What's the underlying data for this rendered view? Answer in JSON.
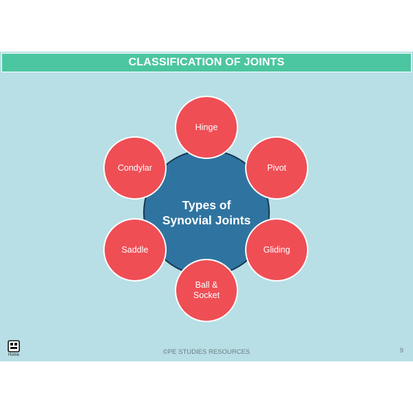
{
  "title": "CLASSIFICATION OF JOINTS",
  "hub": {
    "line1": "Types of",
    "line2": "Synovial Joints"
  },
  "nodes": {
    "hinge": [
      "Hinge"
    ],
    "pivot": [
      "Pivot"
    ],
    "gliding": [
      "Gliding"
    ],
    "ball_socket": [
      "Ball &",
      "Socket"
    ],
    "saddle": [
      "Saddle"
    ],
    "condylar": [
      "Condylar"
    ]
  },
  "footer": {
    "copyright": "©PE STUDIES RESOURCES",
    "page_number": "9",
    "home_label": "Home"
  },
  "colors": {
    "title_bar": "#4cc6a0",
    "background": "#b8dfe6",
    "hub": "#2f74a0",
    "node": "#ef4e55"
  }
}
